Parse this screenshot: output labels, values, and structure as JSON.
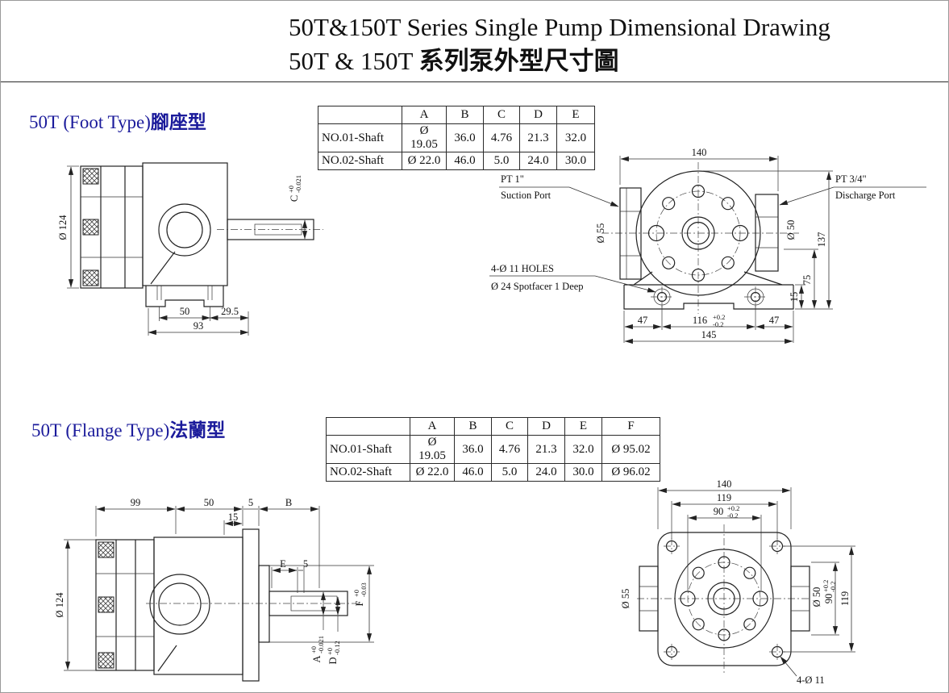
{
  "colors": {
    "heading_blue": "#1b1b9b",
    "line": "#222222",
    "background": "#ffffff"
  },
  "title": {
    "line1": "50T&150T Series Single  Pump Dimensional Drawing",
    "line2_prefix": "50T & 150T ",
    "line2_zh": "系列泵外型尺寸圖"
  },
  "foot": {
    "heading_prefix": "50T  (Foot Type)",
    "heading_zh": "腳座型",
    "table": {
      "col_headers": [
        "A",
        "B",
        "C",
        "D",
        "E"
      ],
      "rows": [
        {
          "label": "NO.01-Shaft",
          "A": "Ø 19.05",
          "B": "36.0",
          "C": "4.76",
          "D": "21.3",
          "E": "32.0"
        },
        {
          "label": "NO.02-Shaft",
          "A": "Ø 22.0",
          "B": "46.0",
          "C": "5.0",
          "D": "24.0",
          "E": "30.0"
        }
      ]
    },
    "side": {
      "dia124": "Ø 124",
      "c": "C",
      "c_tol_plus": "+0",
      "c_tol_minus": "-0.021",
      "d50": "50",
      "d295": "29.5",
      "d93": "93"
    },
    "front": {
      "d140": "140",
      "suction1": "PT  1\"",
      "suction2": "Suction Port",
      "discharge1": "PT 3/4\"",
      "discharge2": "Discharge Port",
      "dia55": "Ø 55",
      "dia50": "Ø 50",
      "d137": "137",
      "d75": "75",
      "d15": "15",
      "holes1": "4-Ø 11 HOLES",
      "holes2": "Ø 24 Spotfacer 1 Deep",
      "d47l": "47",
      "d116": "116",
      "d116p": "+0.2",
      "d116m": "-0.2",
      "d47r": "47",
      "d145": "145"
    }
  },
  "flange": {
    "heading_prefix": "50T  (Flange Type)",
    "heading_zh": "法蘭型",
    "table": {
      "col_headers": [
        "A",
        "B",
        "C",
        "D",
        "E",
        "F"
      ],
      "rows": [
        {
          "label": "NO.01-Shaft",
          "A": "Ø 19.05",
          "B": "36.0",
          "C": "4.76",
          "D": "21.3",
          "E": "32.0",
          "F": "Ø 95.02"
        },
        {
          "label": "NO.02-Shaft",
          "A": "Ø 22.0",
          "B": "46.0",
          "C": "5.0",
          "D": "24.0",
          "E": "30.0",
          "F": "Ø 96.02"
        }
      ]
    },
    "side": {
      "d99": "99",
      "d50": "50",
      "d5a": "5",
      "dB": "B",
      "d15": "15",
      "dE": "E",
      "d5b": "5",
      "dia124": "Ø 124",
      "dA": "A",
      "dA_p": "+0",
      "dA_m": "-0.021",
      "dD": "D",
      "dD_p": "+0",
      "dD_m": "-0.12",
      "dF": "F",
      "dF_p": "+0",
      "dF_m": "-0.03"
    },
    "front": {
      "d140": "140",
      "d119t": "119",
      "d90t": "90",
      "d90t_p": "+0.2",
      "d90t_m": "-0.2",
      "dia55": "Ø 55",
      "dia50": "Ø 50",
      "d90r": "90",
      "d90r_p": "+0.2",
      "d90r_m": "-0.2",
      "d119r": "119",
      "holes": "4-Ø 11"
    }
  }
}
